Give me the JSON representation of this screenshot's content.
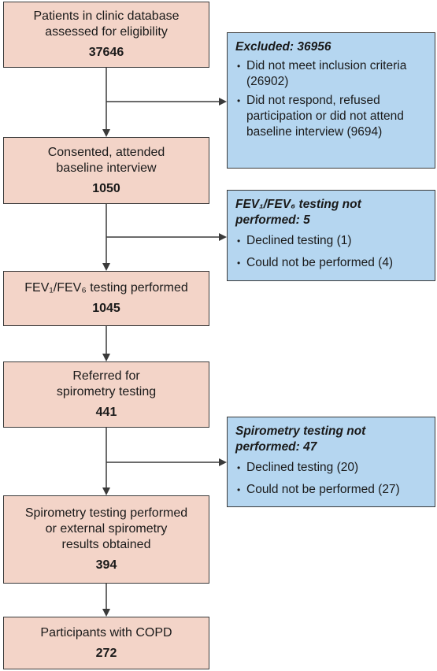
{
  "steps": [
    {
      "label": [
        "Patients in clinic database",
        "assessed for eligibility"
      ],
      "count": "37646"
    },
    {
      "label": [
        "Consented, attended",
        "baseline interview"
      ],
      "count": "1050"
    },
    {
      "label": [
        "FEV₁/FEV₆ testing performed"
      ],
      "count": "1045"
    },
    {
      "label": [
        "Referred for",
        "spirometry testing"
      ],
      "count": "441"
    },
    {
      "label": [
        "Spirometry testing performed",
        "or external spirometry",
        "results obtained"
      ],
      "count": "394"
    },
    {
      "label": [
        "Participants with COPD"
      ],
      "count": "272"
    }
  ],
  "exclusions": [
    {
      "title": [
        "Excluded: 36956"
      ],
      "items": [
        "Did not meet inclusion criteria (26902)",
        "Did not respond, refused participation or did not attend baseline interview (9694)"
      ]
    },
    {
      "title": [
        "FEV₁/FEV₆ testing not",
        "performed: 5"
      ],
      "items": [
        "Declined testing (1)",
        "Could not be performed (4)"
      ]
    },
    {
      "title": [
        "Spirometry testing not",
        "performed: 47"
      ],
      "items": [
        "Declined testing (20)",
        "Could not be performed (27)"
      ]
    }
  ],
  "colors": {
    "main_box": "#f3d4c8",
    "side_box": "#b5d6f0",
    "line": "#3a3a3a"
  }
}
